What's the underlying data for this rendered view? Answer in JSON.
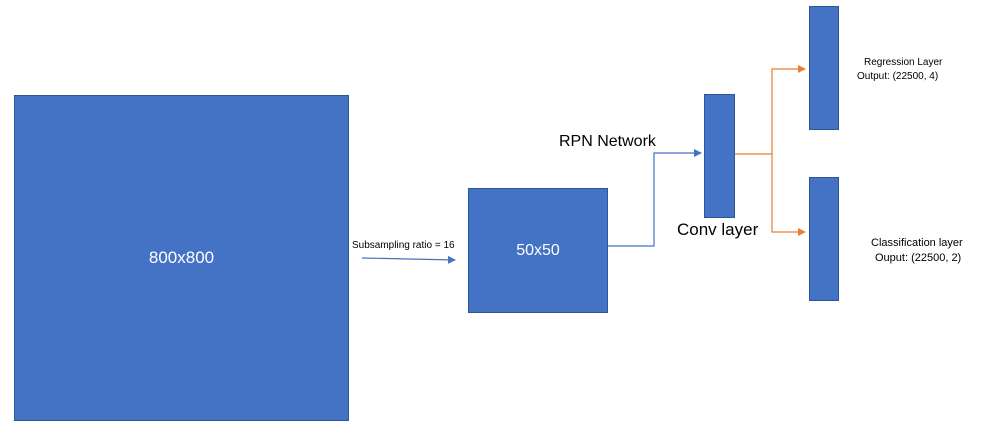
{
  "boxes": {
    "input": {
      "label": "800x800"
    },
    "feature_map": {
      "label": "50x50"
    },
    "conv": {
      "label": "Conv layer"
    },
    "regression": {
      "label": "Regression Layer",
      "output": "Output: (22500, 4)"
    },
    "classification": {
      "label": "Classification layer",
      "output": "Ouput: (22500, 2)"
    }
  },
  "labels": {
    "subsampling": "Subsampling ratio = 16",
    "rpn": "RPN Network"
  },
  "colors": {
    "box_fill": "#4472c4",
    "box_border": "#2f5597",
    "blue_arrow": "#4472c4",
    "orange_arrow": "#ed7d31"
  }
}
